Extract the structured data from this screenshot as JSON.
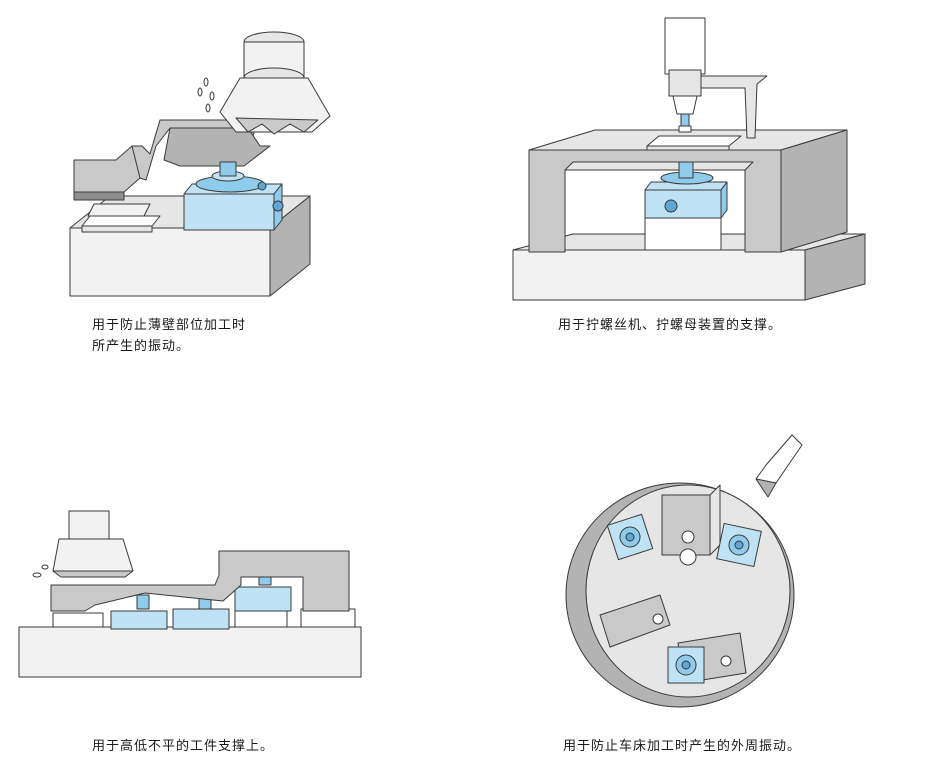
{
  "captions": {
    "panel1_line1": "用于防止薄壁部位加工时",
    "panel1_line2": "所产生的振动。",
    "panel2": "用于拧螺丝机、拧螺母装置的支撑。",
    "panel3": "用于高低不平的工件支撑上。",
    "panel4": "用于防止车床加工时产生的外周振动。"
  },
  "colors": {
    "support_blue": "#bfe3f5",
    "frame_gray": "#c9c9c9",
    "base_gray": "#e6e6e6",
    "outline": "#3a3a3a"
  }
}
